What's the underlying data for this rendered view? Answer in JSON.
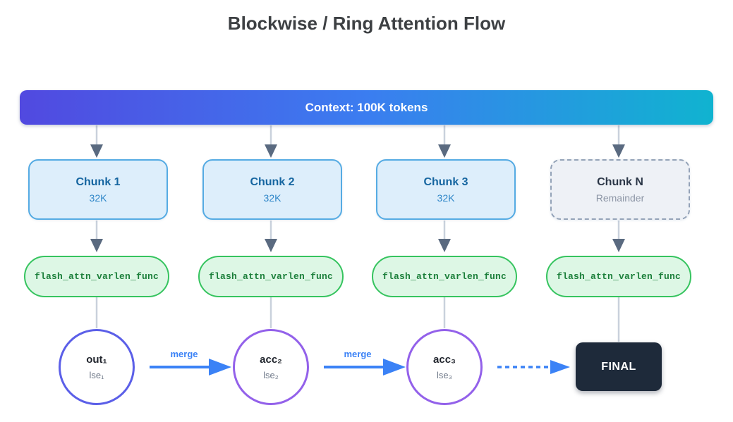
{
  "title": "Blockwise / Ring Attention Flow",
  "banner": {
    "label": "Context: 100K tokens"
  },
  "columns": [
    {
      "chunk": {
        "title": "Chunk 1",
        "subtitle": "32K"
      },
      "func_label": "flash_attn_varlen_func",
      "result": {
        "title": "out₁",
        "subtitle": "lse₁"
      }
    },
    {
      "chunk": {
        "title": "Chunk 2",
        "subtitle": "32K"
      },
      "func_label": "flash_attn_varlen_func",
      "result": {
        "title": "acc₂",
        "subtitle": "lse₂"
      }
    },
    {
      "chunk": {
        "title": "Chunk 3",
        "subtitle": "32K"
      },
      "func_label": "flash_attn_varlen_func",
      "result": {
        "title": "acc₃",
        "subtitle": "lse₃"
      }
    },
    {
      "chunk": {
        "title": "Chunk N",
        "subtitle": "Remainder"
      },
      "func_label": "flash_attn_varlen_func",
      "result": {
        "title": "FINAL"
      }
    }
  ],
  "edges": {
    "merge_label_1": "merge",
    "merge_label_2": "merge"
  },
  "colors": {
    "banner_gradient_start": "#5149e0",
    "banner_gradient_mid": "#3b7df0",
    "banner_gradient_end": "#10b3d0",
    "chunk_fill": "#ddeefb",
    "chunk_border": "#55abe3",
    "chunk_title": "#1565a0",
    "chunk_subtitle": "#2e86c8",
    "chunk_n_fill": "#eef1f6",
    "chunk_n_border": "#94a3b8",
    "func_fill": "#ddf7e5",
    "func_border": "#36c45f",
    "func_text": "#1b7f3a",
    "out_circle_border": "#5b5fe8",
    "acc_circle_border": "#9361ea",
    "merge_arrow": "#3b82f6",
    "final_fill": "#1e2a3a",
    "connector_line": "#c9d1dc",
    "connector_head": "#5a6a80"
  }
}
